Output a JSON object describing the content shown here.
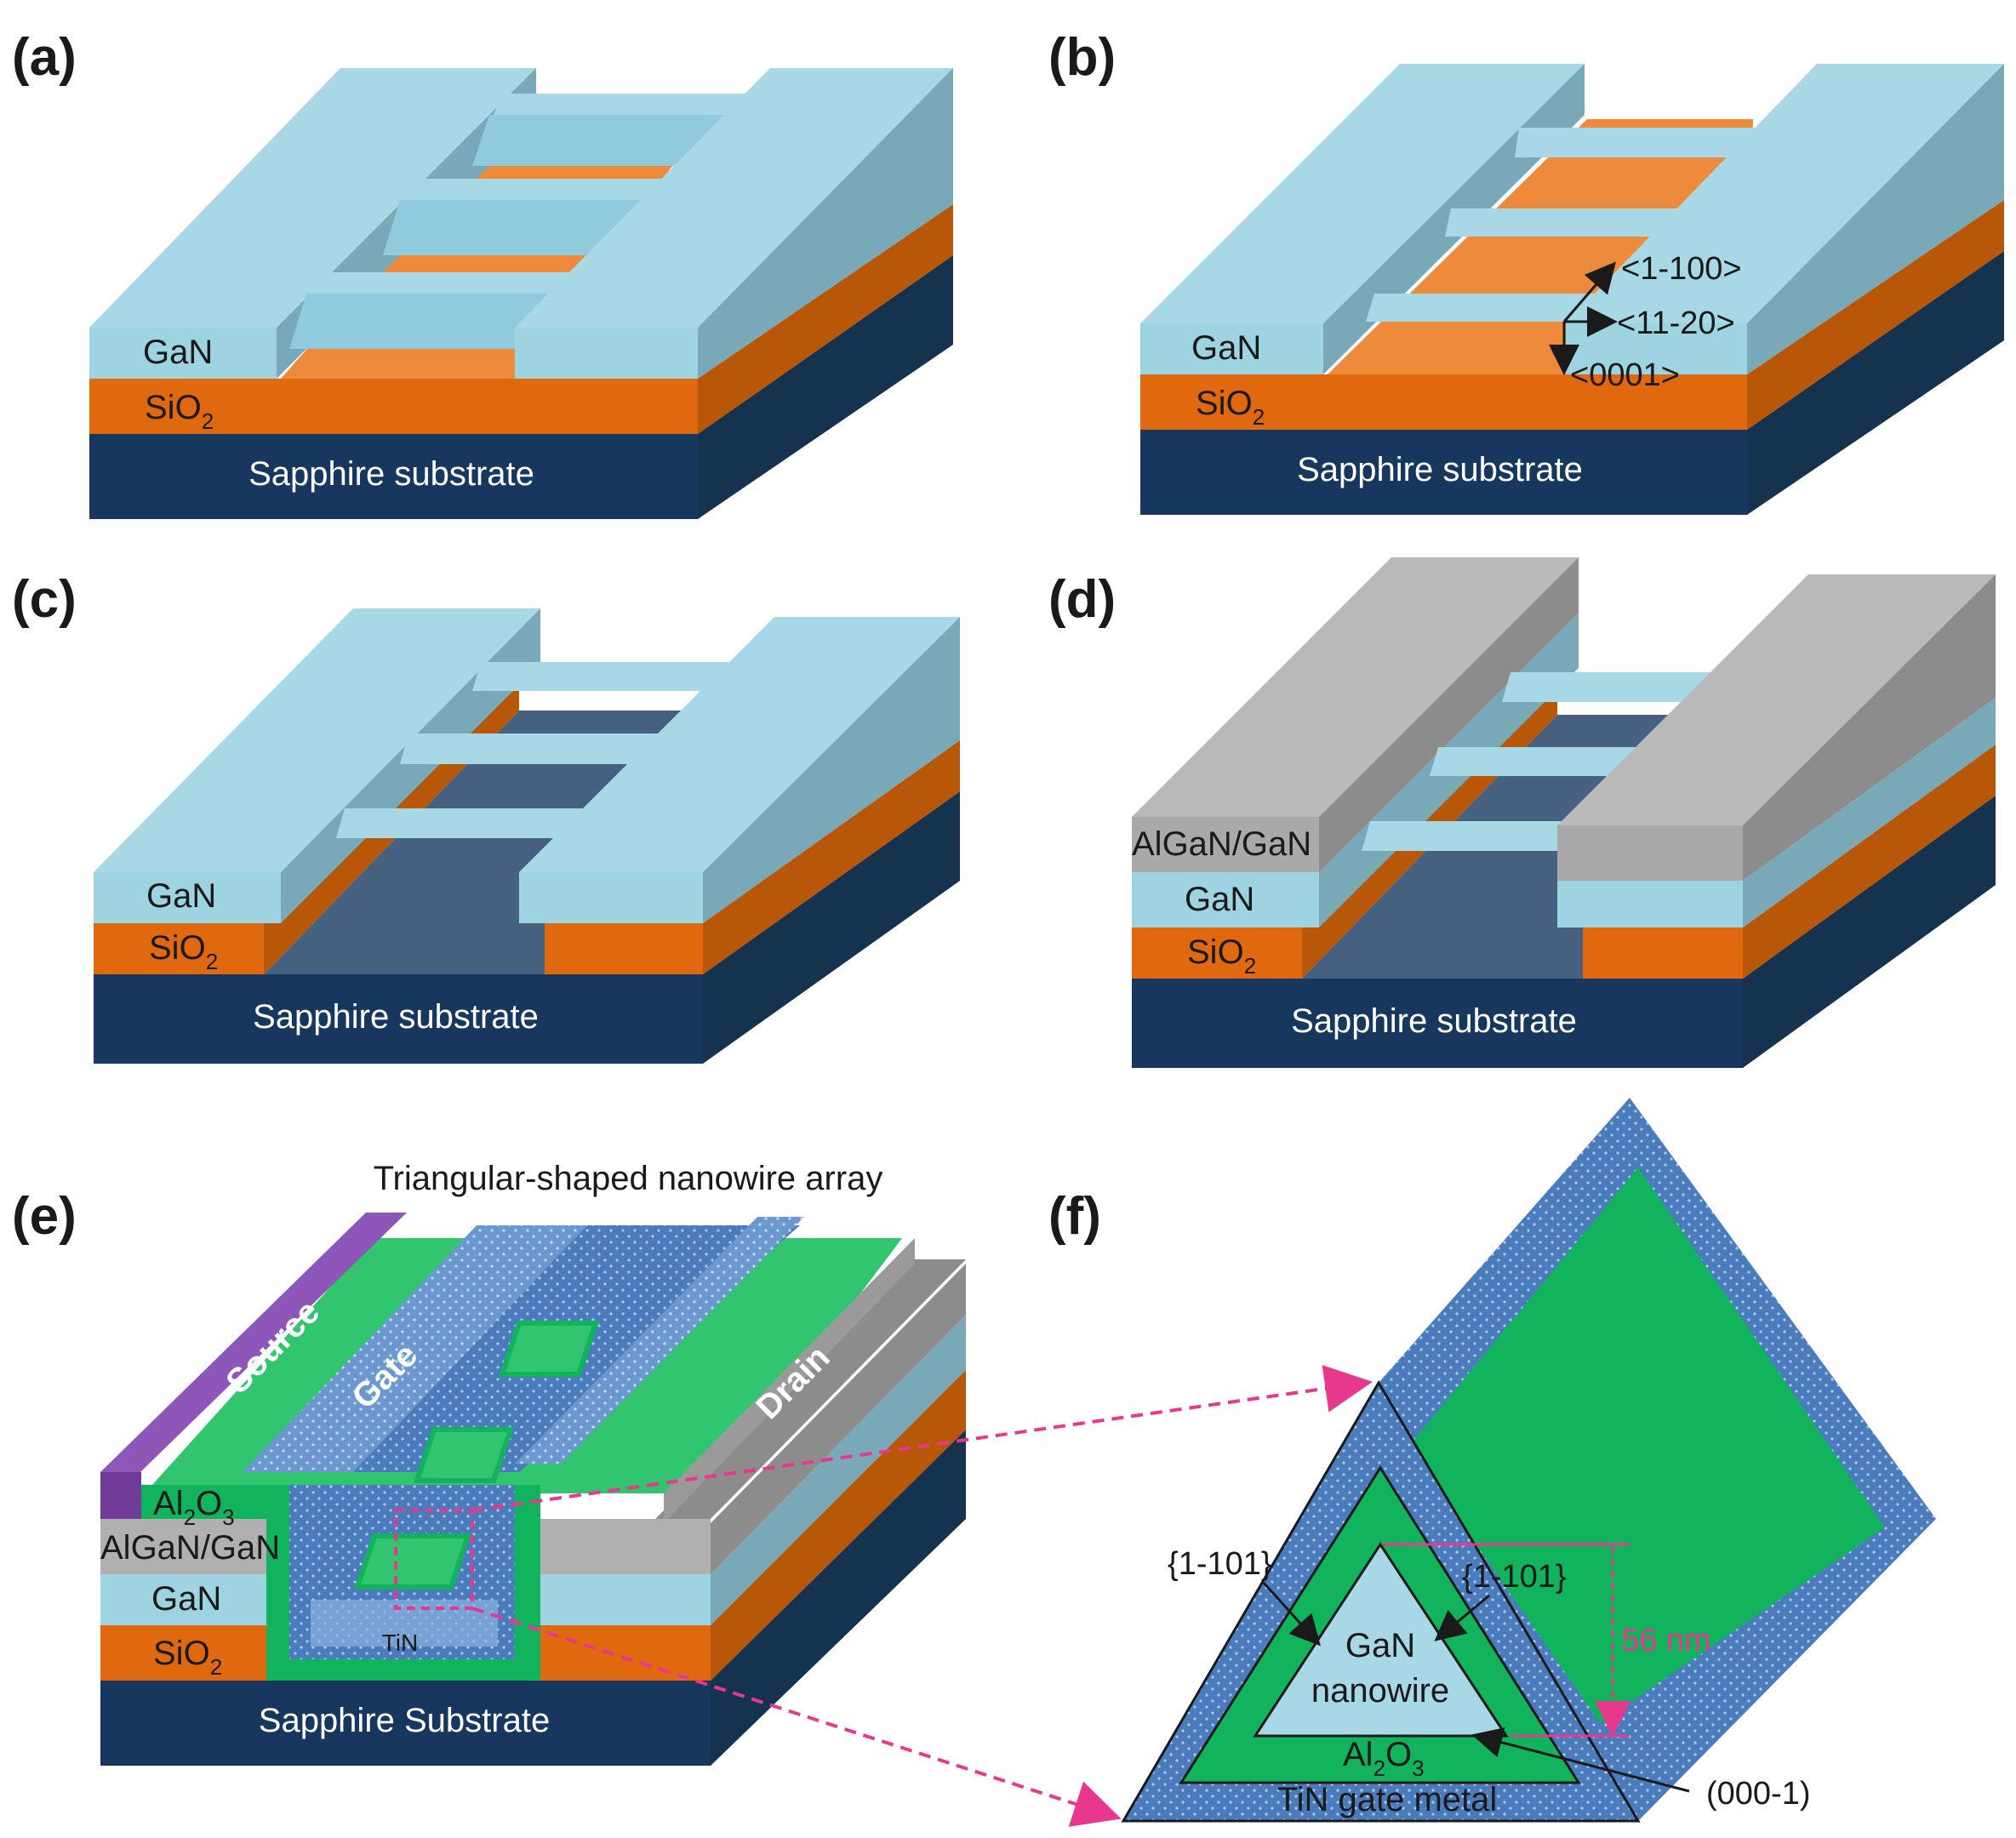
{
  "colors": {
    "gan_top": "#a8d8e6",
    "gan_front": "#9ed3e2",
    "gan_side": "#79a9b9",
    "sio2_front": "#e0690f",
    "sio2_top": "#ed8a3c",
    "sio2_side": "#b85708",
    "sapphire_front": "#17375e",
    "sapphire_side": "#15324f",
    "sapphire_exposed": "#46607f",
    "algan_top": "#b9b9b9",
    "algan_front": "#a9a9a9",
    "algan_side": "#8c8c8c",
    "al2o3": "#11b35c",
    "al2o3_light": "#31c56f",
    "tin_gate": "#4a7bbd",
    "tin_gate_light": "#6b98d0",
    "source_contact": "#8e56b8",
    "magnify_arrow": "#e8388e"
  },
  "panels": {
    "a": {
      "label": "(a)",
      "gan": "GaN",
      "sio2_main": "SiO",
      "sio2_sub": "2",
      "substrate": "Sapphire substrate"
    },
    "b": {
      "label": "(b)",
      "gan": "GaN",
      "sio2_main": "SiO",
      "sio2_sub": "2",
      "substrate": "Sapphire substrate",
      "axis_1": "<1-100>",
      "axis_2": "<11-20>",
      "axis_3": "<0001>"
    },
    "c": {
      "label": "(c)",
      "gan": "GaN",
      "sio2_main": "SiO",
      "sio2_sub": "2",
      "substrate": "Sapphire substrate"
    },
    "d": {
      "label": "(d)",
      "algan": "AlGaN/GaN",
      "gan": "GaN",
      "sio2_main": "SiO",
      "sio2_sub": "2",
      "substrate": "Sapphire substrate"
    },
    "e": {
      "label": "(e)",
      "title": "Triangular-shaped nanowire array",
      "source": "Source",
      "gate": "Gate",
      "drain": "Drain",
      "al2o3_main": "Al",
      "al2o3_sub1": "2",
      "al2o3_mid": "O",
      "al2o3_sub2": "3",
      "algan": "AlGaN/GaN",
      "gan": "GaN",
      "sio2_main": "SiO",
      "sio2_sub": "2",
      "tin": "TiN",
      "substrate": "Sapphire Substrate"
    },
    "f": {
      "label": "(f)",
      "facet_left": "{1-101}",
      "facet_right": "{1-101}",
      "gan_line1": "GaN",
      "gan_line2": "nanowire",
      "al2o3_main": "Al",
      "al2o3_sub1": "2",
      "al2o3_mid": "O",
      "al2o3_sub2": "3",
      "tin": "TiN gate metal",
      "dimension": "56 nm",
      "bottom_facet": "(000-1)"
    }
  }
}
